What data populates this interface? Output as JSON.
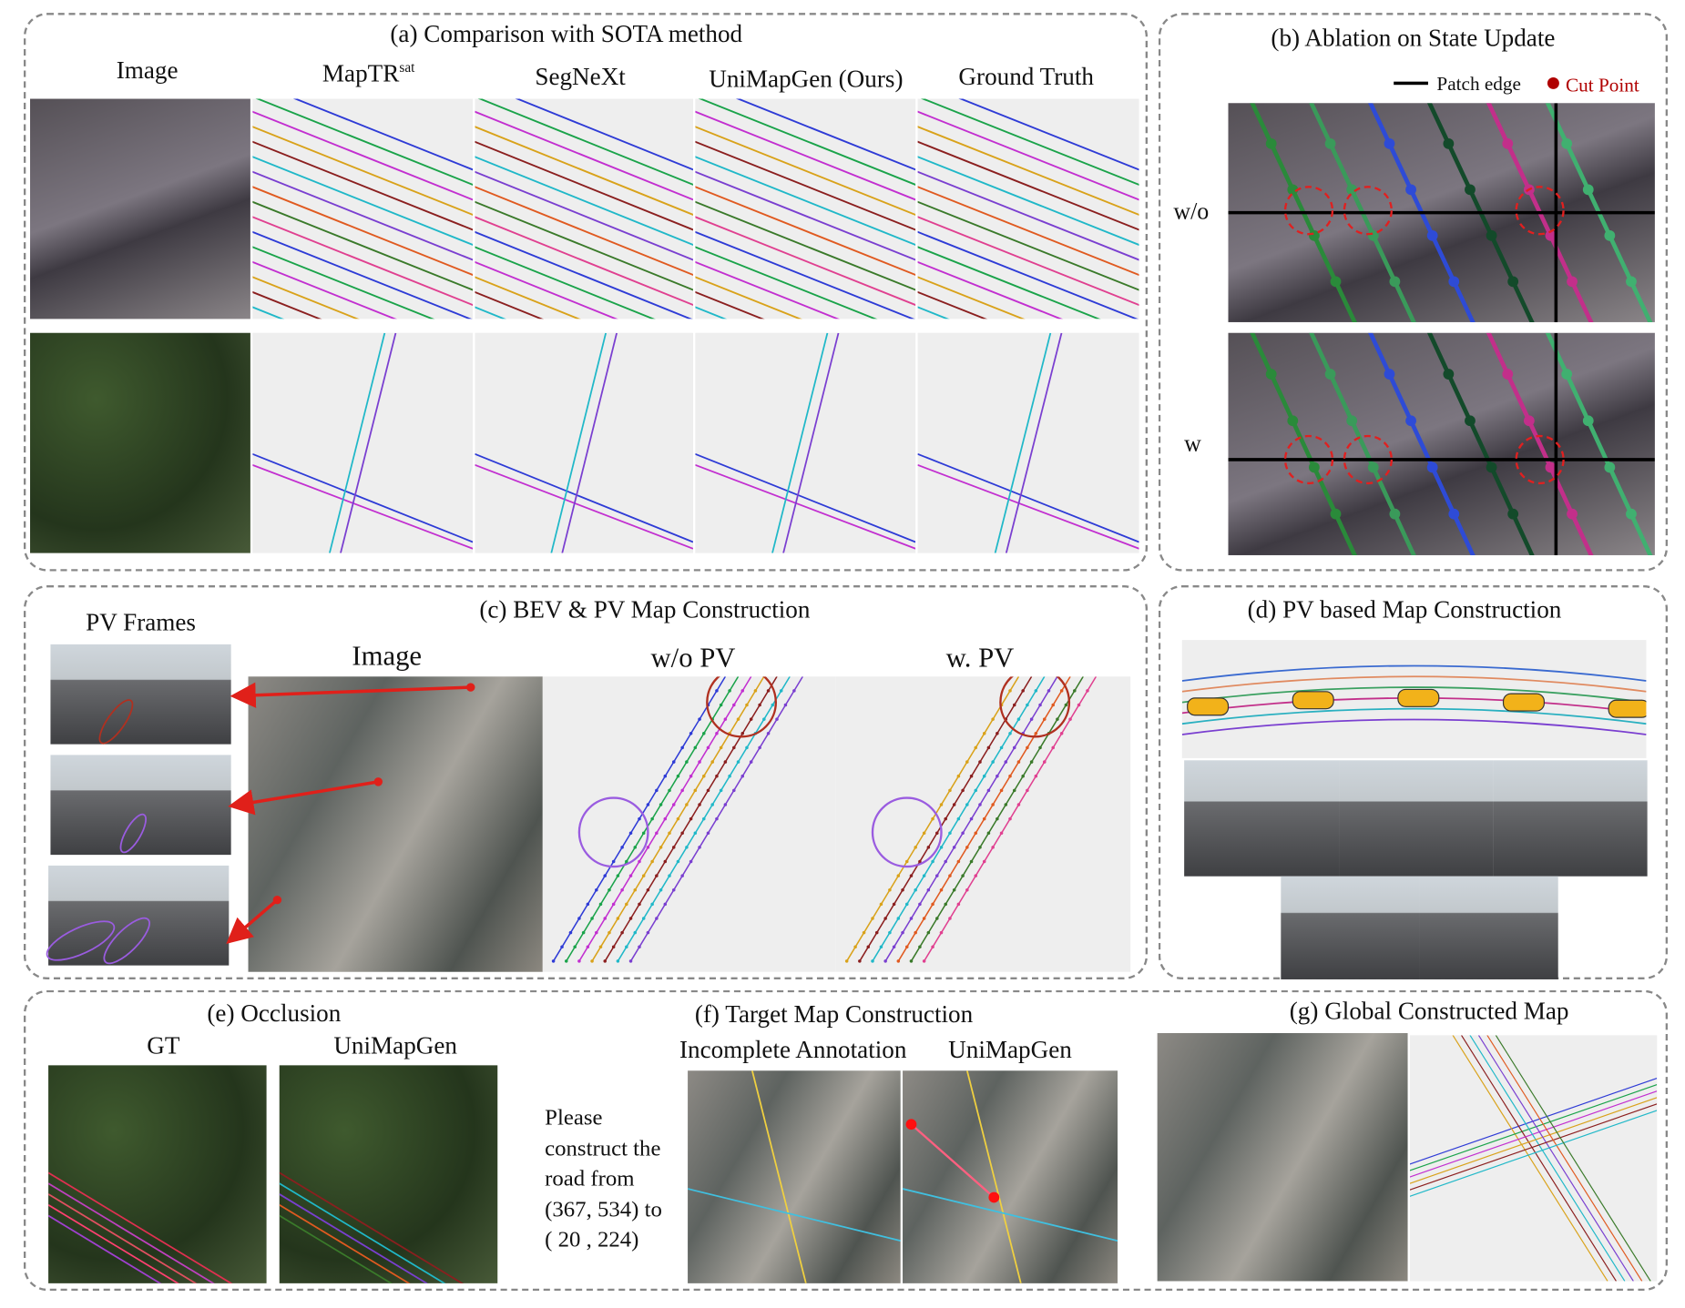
{
  "panel_a": {
    "title": "(a) Comparison with SOTA method",
    "columns": [
      "Image",
      "MapTR",
      "SegNeXt",
      "UniMapGen (Ours)",
      "Ground Truth"
    ],
    "maptr_superscript": "sat"
  },
  "panel_b": {
    "title": "(b) Ablation on State Update",
    "legend": {
      "patch_edge": "Patch edge",
      "cut_point": "Cut Point"
    },
    "rows": [
      "w/o",
      "w"
    ],
    "colors": {
      "cut_point": "#b00000",
      "patch_edge": "#000000"
    }
  },
  "panel_c": {
    "title": "(c) BEV & PV Map Construction",
    "pv_frames_label": "PV Frames",
    "columns": [
      "Image",
      "w/o PV",
      "w. PV"
    ],
    "colors": {
      "arrow": "#e0201a",
      "circle_red": "#b03020",
      "circle_purple": "#9a5ce0"
    }
  },
  "panel_d": {
    "title": "(d) PV based Map Construction"
  },
  "panel_e": {
    "title": "(e) Occlusion",
    "columns": [
      "GT",
      "UniMapGen"
    ]
  },
  "panel_f": {
    "title": "(f) Target Map Construction",
    "columns": [
      "Incomplete Annotation",
      "UniMapGen"
    ],
    "prompt_lines": [
      "Please",
      "construct the",
      "road from",
      "(367, 534) to",
      "( 20 , 224)"
    ]
  },
  "panel_g": {
    "title": "(g) Global Constructed Map"
  }
}
